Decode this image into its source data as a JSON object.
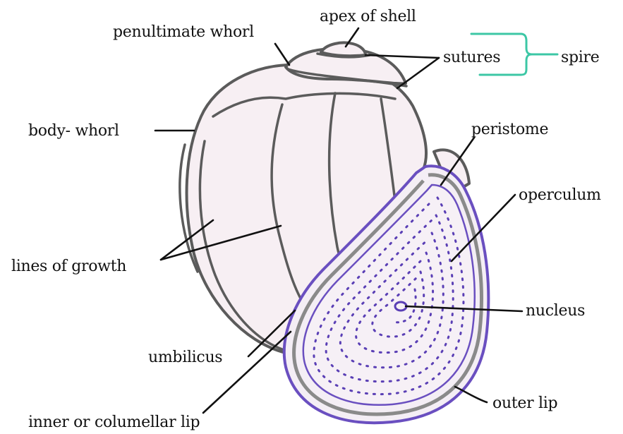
{
  "labels": {
    "apex": "apex of shell",
    "penultimate": "penultimate whorl",
    "sutures": "sutures",
    "spire": "spire",
    "body_whorl": "body- whorl",
    "peristome": "peristome",
    "operculum": "operculum",
    "lines_of_growth": "lines of growth",
    "nucleus": "nucleus",
    "umbilicus": "umbilicus",
    "outer_lip": "outer lip",
    "inner_lip": "inner or columellar lip"
  },
  "colors": {
    "shell_outline": "#5b5b5b",
    "shell_fill": "#f7eff3",
    "operculum_outline": "#6a4fc0",
    "operculum_dots": "#5a3fb5",
    "spire_bracket": "#3cc7a5",
    "text": "#111111"
  }
}
